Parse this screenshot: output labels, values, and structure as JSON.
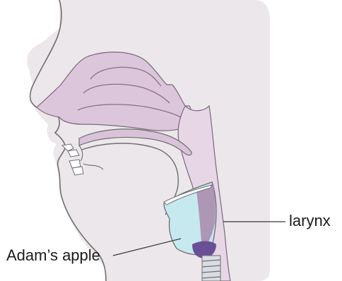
{
  "labels": {
    "larynx": "larynx",
    "adams_apple": "Adam’s apple"
  },
  "colors": {
    "head_background": "#ebe7ea",
    "outline": "#6f6f6f",
    "nasal_cavity": "#dcc6dc",
    "airway": "#e7d6e6",
    "larynx_cartilage": "#c6e8ef",
    "larynx_shadow": "#a57ba3",
    "epiglottis_dark": "#6a4f97",
    "trachea_rings": "#d9dde3",
    "teeth": "#ffffff",
    "leader_line": "#3a3a3a"
  },
  "icons": {
    "diagram": "head-cross-section"
  }
}
